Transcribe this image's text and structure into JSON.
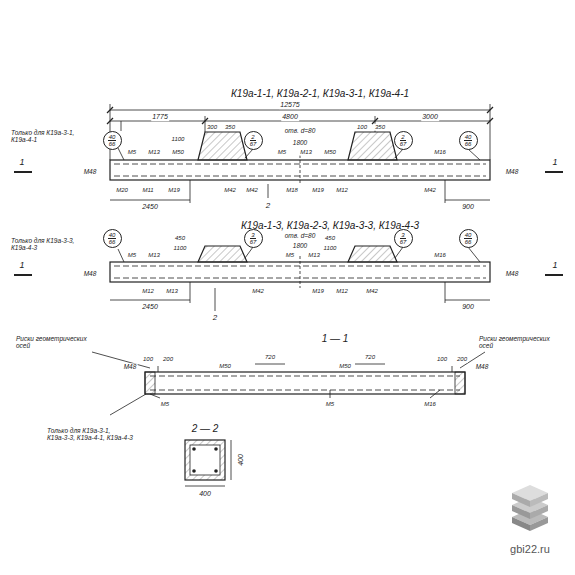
{
  "diagram": {
    "nodes": [
      {
        "text": [
          "40",
          "66"
        ]
      },
      {
        "text": [
          "2",
          "67"
        ]
      },
      {
        "text": [
          "2",
          "67"
        ]
      },
      {
        "text": [
          "40",
          "66"
        ]
      },
      {
        "text": [
          "40",
          "66"
        ]
      },
      {
        "text": [
          "3",
          "67"
        ]
      },
      {
        "text": [
          "3",
          "67"
        ]
      },
      {
        "text": [
          "40",
          "66"
        ]
      }
    ],
    "labels": [
      "К19а-1-1, К19а-2-1, К19а-3-1, К19а-4-1",
      "12575",
      "1775",
      "4800",
      "3000",
      "Только для К19а-3-1, К19а-4-1",
      "300",
      "350",
      "100",
      "350",
      "отв. d=80",
      "1800",
      "1100",
      "М48",
      "М5",
      "М13",
      "М50",
      "М5",
      "М13",
      "М50",
      "М16",
      "М48",
      "М20",
      "М11",
      "М19",
      "М42",
      "М42",
      "М18",
      "М19",
      "М12",
      "М42",
      "2450",
      "900",
      "2",
      "1",
      "1",
      "К19а-1-3, К19а-2-3, К19а-3-3, К19а-4-3",
      "Только для К19а-3-3, К19а-4-3",
      "450",
      "1100",
      "отв. d=80",
      "1800",
      "450",
      "1100",
      "М48",
      "М5",
      "М13",
      "М5",
      "М13",
      "М16",
      "М48",
      "М12",
      "М13",
      "М42",
      "М19",
      "М12",
      "М42",
      "2450",
      "900",
      "2",
      "1",
      "1",
      "1 — 1",
      "Риски геометрических осей",
      "Риски геометрических осей",
      "100",
      "200",
      "720",
      "720",
      "100",
      "200",
      "М48",
      "М50",
      "М50",
      "М48",
      "М5",
      "М5",
      "М16",
      "Только для К19а-3-1, К19а-3-3, К19а-4-1, К19а-4-3",
      "2 — 2",
      "400",
      "400",
      "gbi22.ru"
    ]
  }
}
